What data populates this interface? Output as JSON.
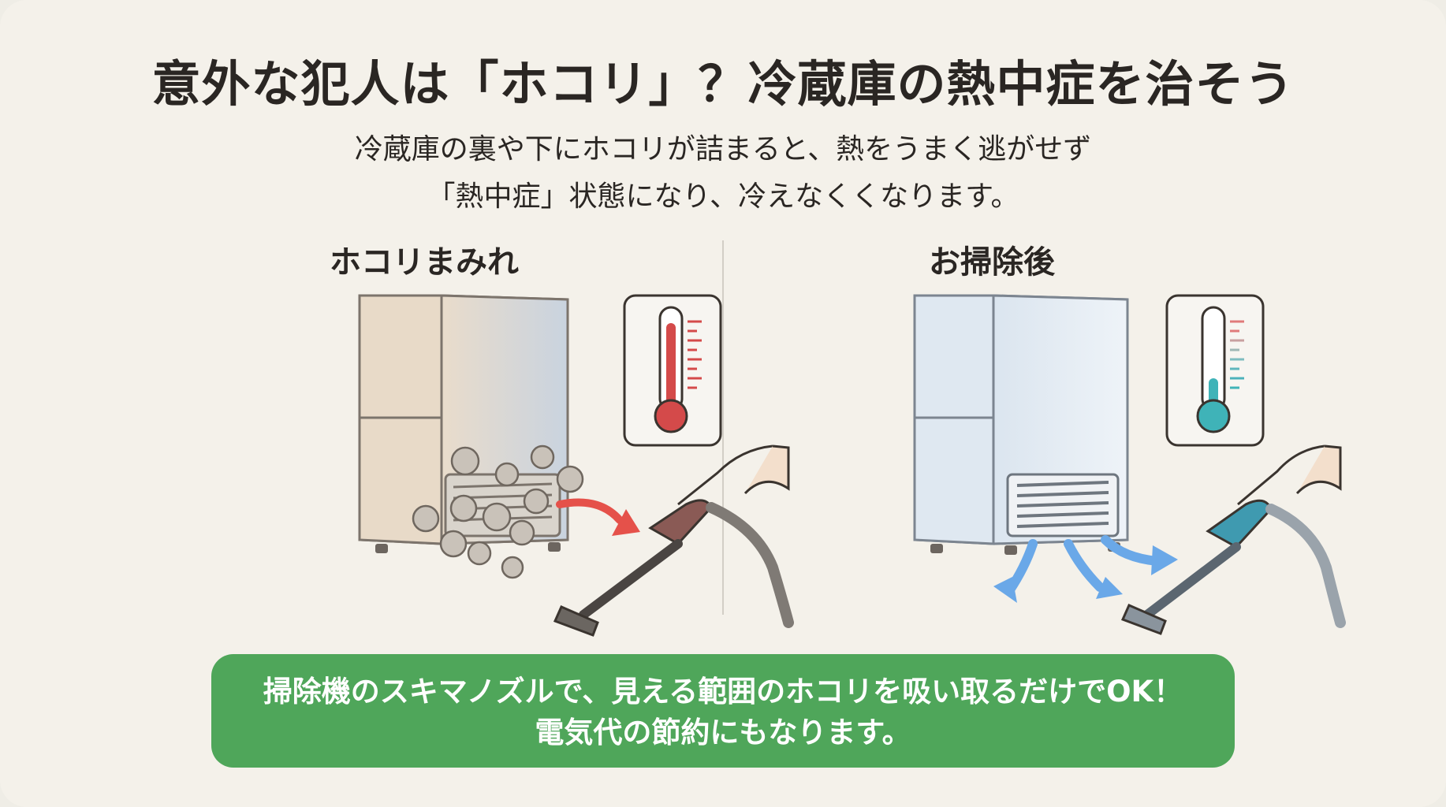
{
  "title": "意外な犯人は「ホコリ」？冷蔵庫の熱中症を治そう",
  "lead": {
    "line1": "冷蔵庫の裏や下にホコリが詰まると、熱をうまく逃がせず",
    "line2": "「熱中症」状態になり、冷えなくくなります。"
  },
  "panels": {
    "before": {
      "title": "ホコリまみれ"
    },
    "after": {
      "title": "お掃除後"
    }
  },
  "banner": {
    "line1": "掃除機のスキマノズルで、見える範囲のホコリを吸い取るだけでOK！",
    "line2": "電気代の節約にもなります。"
  },
  "colors": {
    "background": "#f4f1ea",
    "banner_green": "#4fa65a",
    "thermo_hot": "#d44a4a",
    "thermo_cool": "#3fb3b8",
    "airflow_arrow": "#6aa8e8",
    "heat_arrow": "#e5514a"
  },
  "icons": [
    "thermometer-hot-icon",
    "thermometer-cool-icon",
    "dust-ball-icon",
    "vacuum-cleaner-icon",
    "airflow-arrow-icon",
    "heat-arrow-icon"
  ]
}
